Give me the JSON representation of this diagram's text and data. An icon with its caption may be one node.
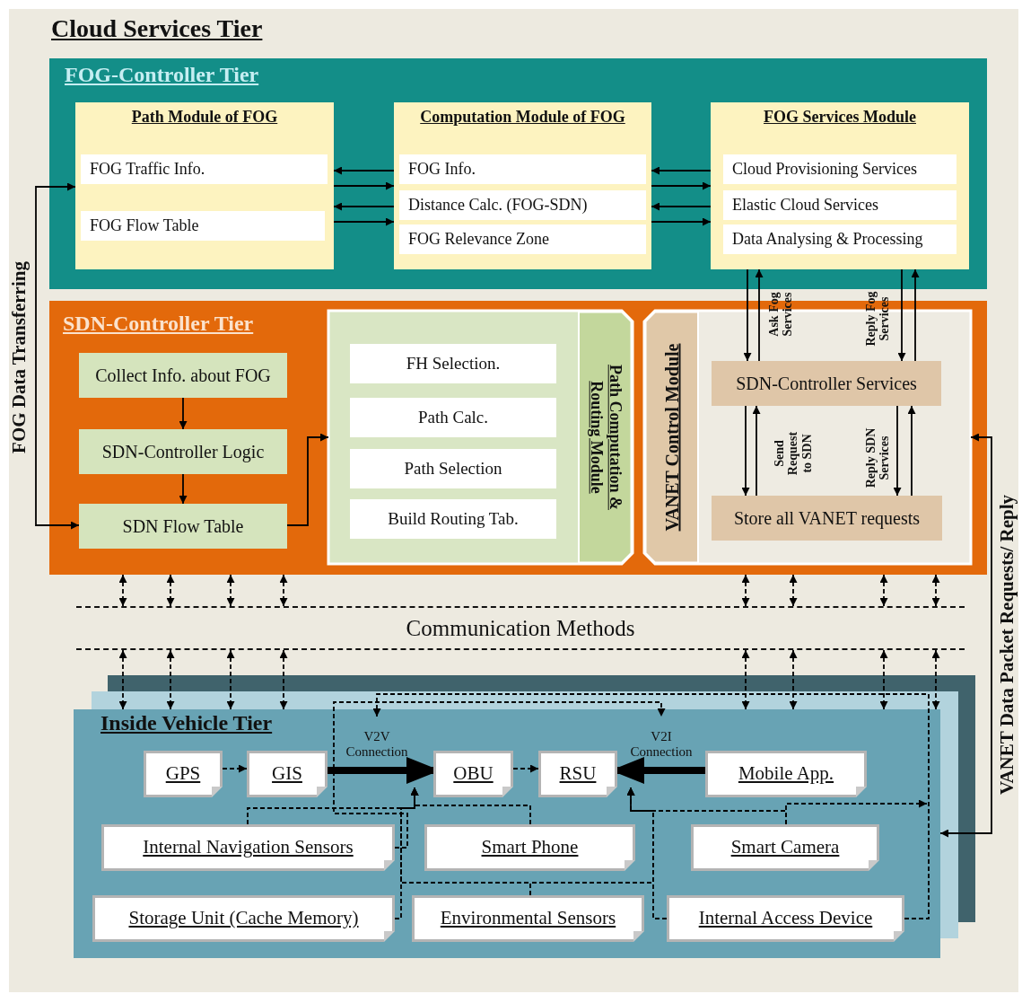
{
  "diagram": {
    "nodes": [
      {
        "text": [
          "Cloud Services Tier"
        ]
      },
      {
        "text": [
          "FOG-Controller Tier"
        ],
        "in": 0
      },
      {
        "text": [
          "Path Module of FOG"
        ],
        "in": 1
      },
      {
        "text": [
          "FOG Traffic Info."
        ],
        "in": 2
      },
      {
        "text": [
          "FOG Flow Table"
        ],
        "in": 2
      },
      {
        "text": [
          "Computation Module of FOG"
        ],
        "in": 1
      },
      {
        "text": [
          "FOG Info."
        ],
        "in": 5
      },
      {
        "text": [
          "Distance Calc. (FOG-SDN)"
        ],
        "in": 5
      },
      {
        "text": [
          "FOG Relevance Zone"
        ],
        "in": 5
      },
      {
        "text": [
          "FOG Services Module"
        ],
        "in": 1
      },
      {
        "text": [
          "Cloud Provisioning Services"
        ],
        "in": 9
      },
      {
        "text": [
          "Elastic Cloud Services"
        ],
        "in": 9
      },
      {
        "text": [
          "Data Analysing & Processing"
        ],
        "in": 9
      },
      {
        "text": [
          "SDN-Controller Tier"
        ],
        "in": 0
      },
      {
        "text": [
          "Collect Info. about FOG"
        ],
        "in": 13
      },
      {
        "text": [
          "SDN-Controller Logic"
        ],
        "in": 13
      },
      {
        "text": [
          "SDN Flow Table"
        ],
        "in": 13
      },
      {
        "text": [
          "Path Computation & Routing Module"
        ],
        "in": 13
      },
      {
        "text": [
          "FH Selection."
        ],
        "in": 17
      },
      {
        "text": [
          "Path Calc."
        ],
        "in": 17
      },
      {
        "text": [
          "Path Selection"
        ],
        "in": 17
      },
      {
        "text": [
          "Build Routing Tab."
        ],
        "in": 17
      },
      {
        "text": [
          "VANET Control Module"
        ],
        "in": 13
      },
      {
        "text": [
          "SDN-Controller Services"
        ],
        "in": 22
      },
      {
        "text": [
          "Store all VANET requests"
        ],
        "in": 22
      },
      {
        "text": [
          "Communication Methods"
        ],
        "in": 0
      },
      {
        "text": [
          "Inside Vehicle Tier"
        ],
        "in": 0
      },
      {
        "text": [
          "GPS"
        ],
        "in": 26
      },
      {
        "text": [
          "GIS"
        ],
        "in": 26
      },
      {
        "text": [
          "OBU"
        ],
        "in": 26
      },
      {
        "text": [
          "RSU"
        ],
        "in": 26
      },
      {
        "text": [
          "Mobile App."
        ],
        "in": 26
      },
      {
        "text": [
          "Internal Navigation Sensors"
        ],
        "in": 26
      },
      {
        "text": [
          "Smart Phone"
        ],
        "in": 26
      },
      {
        "text": [
          "Smart Camera"
        ],
        "in": 26
      },
      {
        "text": [
          "Storage Unit (Cache Memory)"
        ],
        "in": 26
      },
      {
        "text": [
          "Environmental Sensors"
        ],
        "in": 26
      },
      {
        "text": [
          "Internal Access Device"
        ],
        "in": 26
      }
    ],
    "edges": [
      {
        "from": 5,
        "to": 2,
        "arrow": "to"
      },
      {
        "from": 2,
        "to": 5,
        "arrow": "to"
      },
      {
        "from": 5,
        "to": 2,
        "arrow": "to"
      },
      {
        "from": 2,
        "to": 5,
        "arrow": "to"
      },
      {
        "from": 9,
        "to": 5,
        "arrow": "to"
      },
      {
        "from": 5,
        "to": 9,
        "arrow": "to"
      },
      {
        "from": 9,
        "to": 5,
        "arrow": "to"
      },
      {
        "from": 5,
        "to": 9,
        "arrow": "to"
      },
      {
        "from": 9,
        "to": 23,
        "arrow": "to"
      },
      {
        "from": 23,
        "to": 9,
        "arrow": "to",
        "label": "Ask Fog Services"
      },
      {
        "from": 9,
        "to": 23,
        "arrow": "to",
        "label": "Reply Fog Services"
      },
      {
        "from": 23,
        "to": 9,
        "arrow": "to"
      },
      {
        "from": 23,
        "to": 24,
        "arrow": "to"
      },
      {
        "from": 24,
        "to": 23,
        "arrow": "to",
        "label": "Send Request to SDN"
      },
      {
        "from": 23,
        "to": 24,
        "arrow": "to",
        "label": "Reply SDN Services"
      },
      {
        "from": 24,
        "to": 23,
        "arrow": "to"
      },
      {
        "from": 14,
        "to": 15,
        "arrow": "to"
      },
      {
        "from": 15,
        "to": 16,
        "arrow": "to"
      },
      {
        "from": 16,
        "to": 17,
        "arrow": "to"
      },
      {
        "from": 2,
        "to": 16,
        "arrow": "both",
        "label": "FOG Data Transferring"
      },
      {
        "from": 22,
        "to": 26,
        "arrow": "both",
        "label": "VANET Data Packet Requests/ Reply"
      },
      {
        "from": 13,
        "to": 25,
        "arrow": "both",
        "style": "dashed"
      },
      {
        "from": 13,
        "to": 25,
        "arrow": "both",
        "style": "dashed"
      },
      {
        "from": 13,
        "to": 25,
        "arrow": "both",
        "style": "dashed"
      },
      {
        "from": 13,
        "to": 25,
        "arrow": "both",
        "style": "dashed"
      },
      {
        "from": 13,
        "to": 25,
        "arrow": "both",
        "style": "dashed"
      },
      {
        "from": 13,
        "to": 25,
        "arrow": "both",
        "style": "dashed"
      },
      {
        "from": 13,
        "to": 25,
        "arrow": "both",
        "style": "dashed"
      },
      {
        "from": 13,
        "to": 25,
        "arrow": "both",
        "style": "dashed"
      },
      {
        "from": 25,
        "to": 26,
        "arrow": "both",
        "style": "dashed"
      },
      {
        "from": 25,
        "to": 26,
        "arrow": "both",
        "style": "dashed"
      },
      {
        "from": 25,
        "to": 26,
        "arrow": "both",
        "style": "dashed"
      },
      {
        "from": 25,
        "to": 26,
        "arrow": "both",
        "style": "dashed"
      },
      {
        "from": 25,
        "to": 26,
        "arrow": "both",
        "style": "dashed"
      },
      {
        "from": 25,
        "to": 26,
        "arrow": "both",
        "style": "dashed"
      },
      {
        "from": 25,
        "to": 26,
        "arrow": "both",
        "style": "dashed"
      },
      {
        "from": 25,
        "to": 26,
        "arrow": "both",
        "style": "dashed"
      },
      {
        "from": 27,
        "to": 28,
        "arrow": "to",
        "style": "dashed"
      },
      {
        "from": 28,
        "to": 29,
        "arrow": "to",
        "style": "thick",
        "label": "V2V Connection"
      },
      {
        "from": 29,
        "to": 30,
        "arrow": "to",
        "style": "dashed"
      },
      {
        "from": 31,
        "to": 30,
        "arrow": "to",
        "style": "thick",
        "label": "V2I Connection"
      },
      {
        "from": 37,
        "to": null,
        "arrow": "to",
        "style": "dashed"
      },
      {
        "from": 32,
        "to": null,
        "arrow": "to",
        "style": "dashed"
      },
      {
        "from": 32,
        "to": 29,
        "arrow": "to",
        "style": "dashed"
      },
      {
        "from": 33,
        "to": 29,
        "arrow": "to",
        "style": "dashed"
      },
      {
        "from": 35,
        "to": 29,
        "arrow": "to",
        "style": "dashed"
      },
      {
        "from": 36,
        "to": 29,
        "arrow": "to",
        "style": "dashed"
      },
      {
        "from": 36,
        "to": 30,
        "arrow": "to",
        "style": "dashed"
      },
      {
        "from": 37,
        "to": 30,
        "arrow": "to",
        "style": "dashed"
      },
      {
        "from": 34,
        "to": 30,
        "arrow": "to",
        "style": "dashed"
      },
      {
        "from": 34,
        "to": null,
        "arrow": "to",
        "style": "dashed"
      }
    ]
  }
}
